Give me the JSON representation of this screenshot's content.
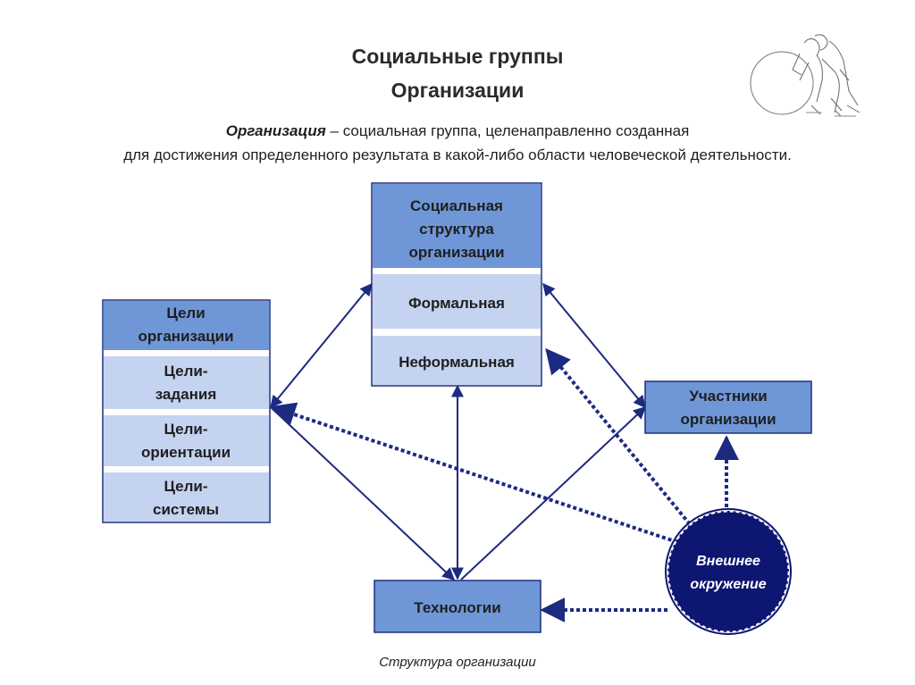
{
  "title": {
    "line1": "Социальные группы",
    "line2": "Организации"
  },
  "definition": {
    "term": "Организация",
    "text1": " – социальная группа, целенаправленно созданная",
    "text2": "для достижения определенного результата в какой-либо области человеческой деятельности."
  },
  "boxes": {
    "structure": {
      "header": [
        "Социальная",
        "структура",
        "организации"
      ],
      "formal": "Формальная",
      "informal": "Неформальная"
    },
    "goals": {
      "header": [
        "Цели",
        "организации"
      ],
      "items": [
        [
          "Цели-",
          "задания"
        ],
        [
          "Цели-",
          "ориентации"
        ],
        [
          "Цели-",
          "системы"
        ]
      ]
    },
    "participants": [
      "Участники",
      "организации"
    ],
    "technology": "Технологии",
    "environment": [
      "Внешнее",
      "окружение"
    ]
  },
  "caption": "Структура организации",
  "colors": {
    "header_fill": "#6f97d8",
    "light_fill": "#c4d3f0",
    "border": "#1f2f7a",
    "arrow": "#1c2a80",
    "circle": "#0d1670"
  }
}
